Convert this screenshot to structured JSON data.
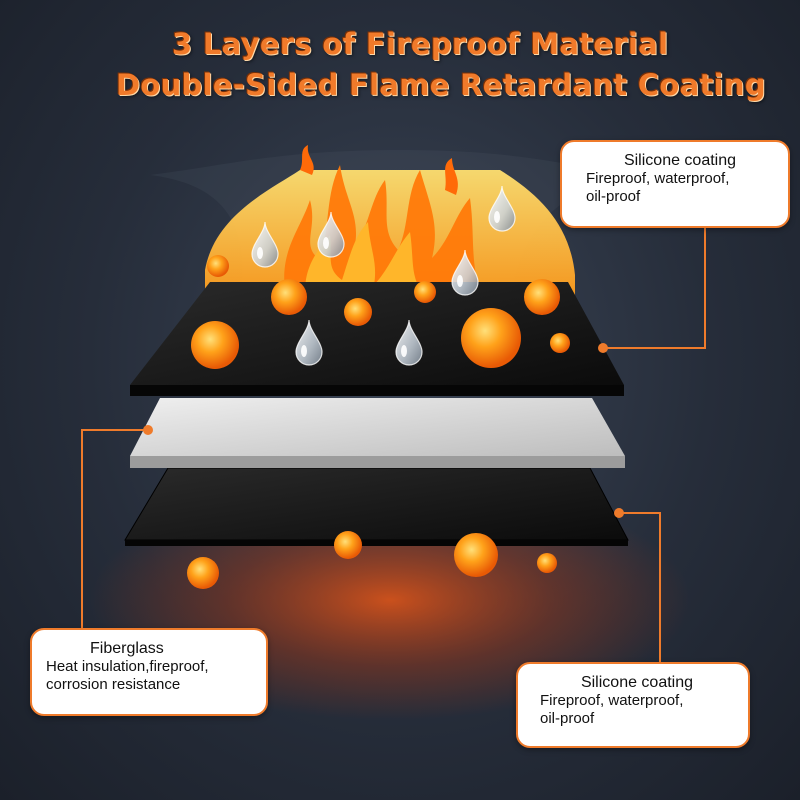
{
  "headline": {
    "line1": "3 Layers of Fireproof Material",
    "line2": "Double-Sided Flame Retardant Coating"
  },
  "callouts": {
    "top": {
      "title": "Silicone coating",
      "lines": [
        "Fireproof, waterproof,",
        "oil-proof"
      ]
    },
    "left": {
      "title": "Fiberglass",
      "lines": [
        "Heat insulation,fireproof,",
        "corrosion resistance"
      ]
    },
    "right": {
      "title": "Silicone coating",
      "lines": [
        "Fireproof, waterproof,",
        "oil-proof"
      ]
    }
  },
  "colors": {
    "accent": "#ef7b2b",
    "flame": "#ff9a1a",
    "top_layer": "#111111",
    "middle_layer": "#d9d9d9",
    "bottom_layer": "#151515"
  },
  "icons": [
    "flame-icon",
    "water-droplet-icon",
    "heat-particle-icon"
  ]
}
